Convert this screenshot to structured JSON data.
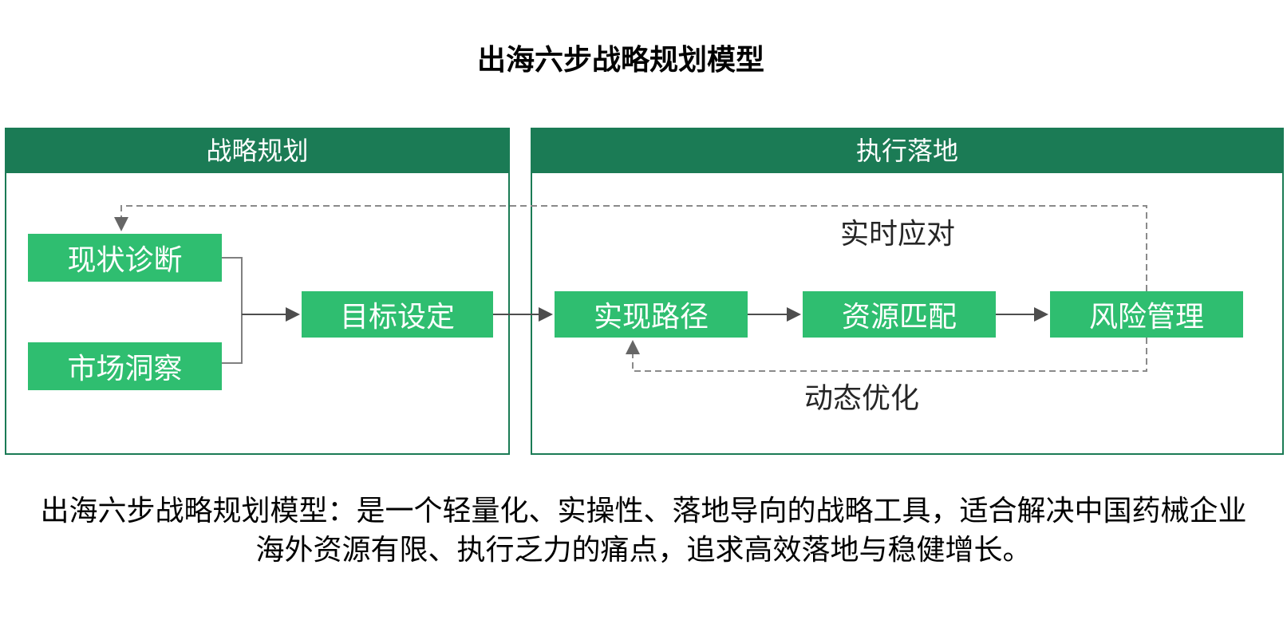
{
  "page_title": "出海六步战略规划模型",
  "colors": {
    "container_green": "#1B7B55",
    "node_green": "#2FBE70",
    "flow_arrow_gray": "#4d4d4d",
    "bracket_gray": "#808080",
    "dashed_gray": "#8a8a8a",
    "label_dark": "#262626"
  },
  "sections": {
    "strategy": {
      "header": "战略规划"
    },
    "execution": {
      "header": "执行落地"
    }
  },
  "nodes": {
    "current_status": {
      "label": "现状诊断"
    },
    "market_insight": {
      "label": "市场洞察"
    },
    "goal_setting": {
      "label": "目标设定"
    },
    "implementation_path": {
      "label": "实现路径"
    },
    "resource_matching": {
      "label": "资源匹配"
    },
    "risk_management": {
      "label": "风险管理"
    }
  },
  "loop_labels": {
    "realtime_response": "实时应对",
    "dynamic_optimization": "动态优化"
  },
  "description_lines": {
    "line1": "出海六步战略规划模型：是一个轻量化、实操性、落地导向的战略工具，适合解决中国药械企业",
    "line2": "海外资源有限、执行乏力的痛点，追求高效落地与稳健增长。"
  }
}
